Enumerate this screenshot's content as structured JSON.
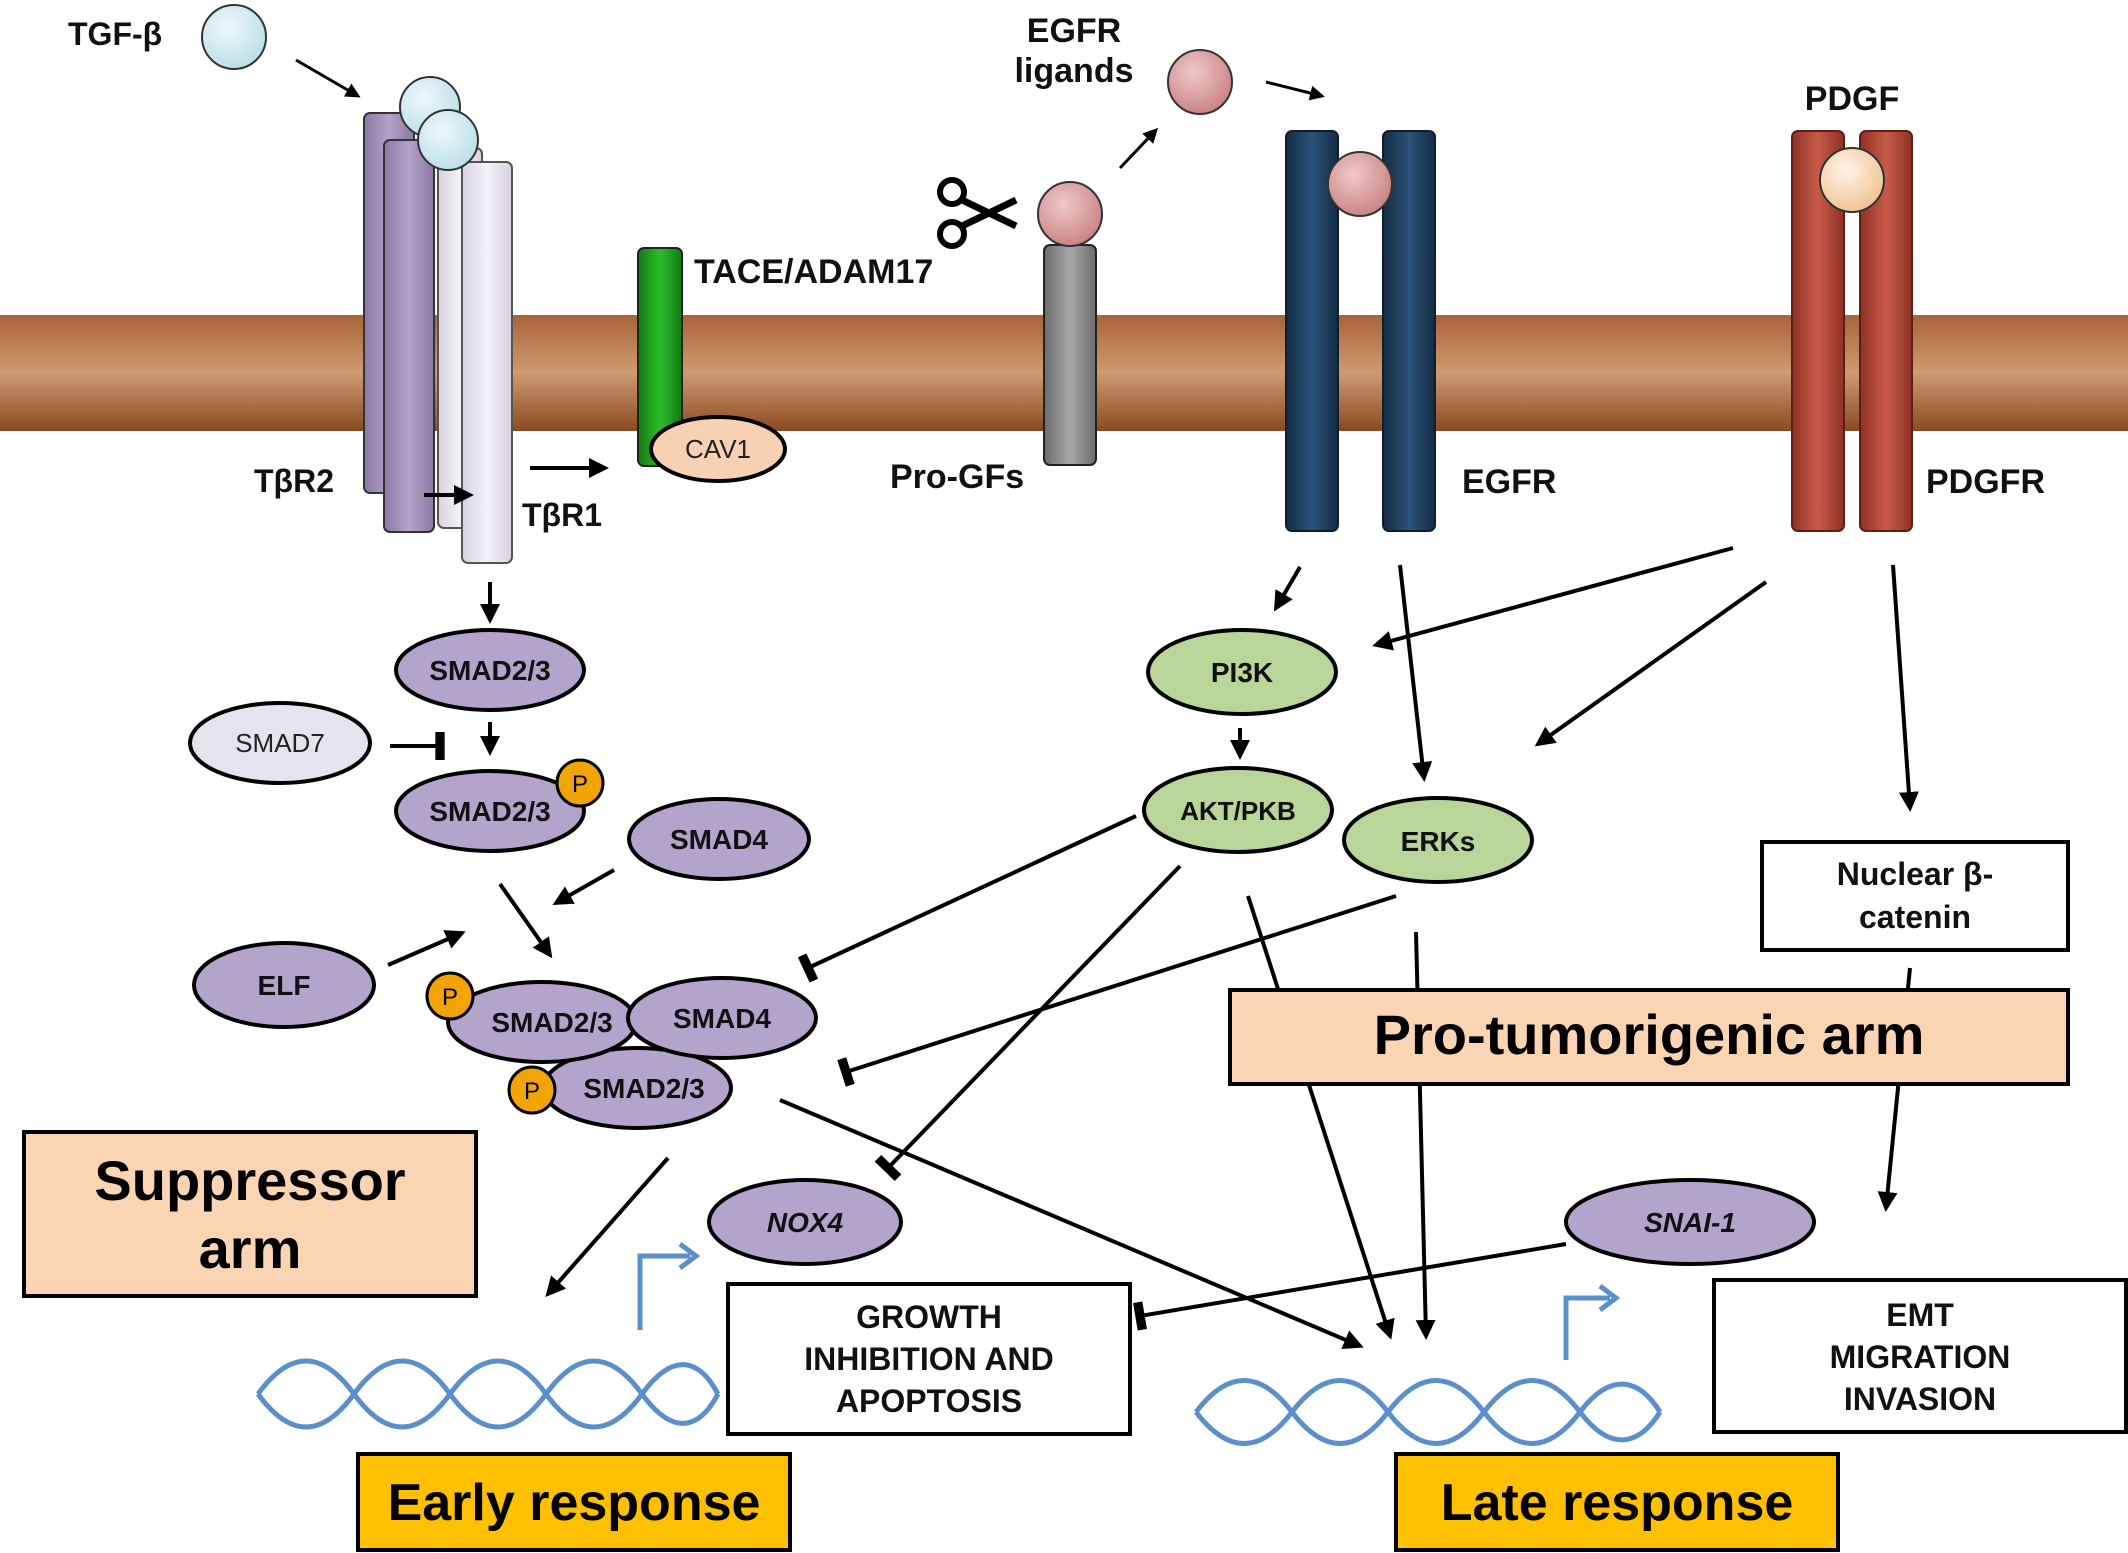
{
  "labels": {
    "tgf_beta": "TGF-β",
    "egfr_ligands_1": "EGFR",
    "egfr_ligands_2": "ligands",
    "pdgf": "PDGF",
    "tace_adam17": "TACE/ADAM17",
    "cav1": "CAV1",
    "pro_gfs": "Pro-GFs",
    "tbr2": "TβR2",
    "tbr1": "TβR1",
    "egfr": "EGFR",
    "pdgfr": "PDGFR"
  },
  "nodes": {
    "smad23_top": "SMAD2/3",
    "smad7": "SMAD7",
    "smad23_p": "SMAD2/3",
    "smad4": "SMAD4",
    "elf": "ELF",
    "complex_smad23_a": "SMAD2/3",
    "complex_smad4": "SMAD4",
    "complex_smad23_b": "SMAD2/3",
    "phospho": "P",
    "pi3k": "PI3K",
    "akt": "AKT/PKB",
    "erks": "ERKs",
    "nox4": "NOX4",
    "snai1": "SNAI-1"
  },
  "boxes": {
    "nuclear_bcatenin_1": "Nuclear β-",
    "nuclear_bcatenin_2": "catenin",
    "pro_tumorigenic_arm": "Pro-tumorigenic arm",
    "suppressor_arm_1": "Suppressor",
    "suppressor_arm_2": "arm",
    "growth_1": "GROWTH",
    "growth_2": "INHIBITION AND",
    "growth_3": "APOPTOSIS",
    "emt_1": "EMT",
    "emt_2": "MIGRATION",
    "emt_3": "INVASION",
    "early_response": "Early response",
    "late_response": "Late response"
  },
  "colors": {
    "membrane_mid": "#c9956a",
    "membrane_dark": "#8a4a22",
    "tgf_ligand": "#cce8ef",
    "egf_ligand": "#d89898",
    "pdgf_ligand": "#f8d8b4",
    "tbr2_receptor": "#a793ba",
    "tbr1_receptor": "#ece8f2",
    "tace": "#1e9e1e",
    "cav1": "#f8d0b4",
    "pro_gf_stem": "#8c8c8c",
    "egfr_receptor": "#1e3d5e",
    "pdgfr_receptor": "#b84a3a",
    "smad_node": "#b3a4cb",
    "smad7_node": "#e6e2ee",
    "phospho": "#f2a400",
    "kinase_node": "#b8d69a",
    "arm_box": "#fbd4b3",
    "response_box": "#ffc000",
    "dna": "#5b8fcc"
  }
}
